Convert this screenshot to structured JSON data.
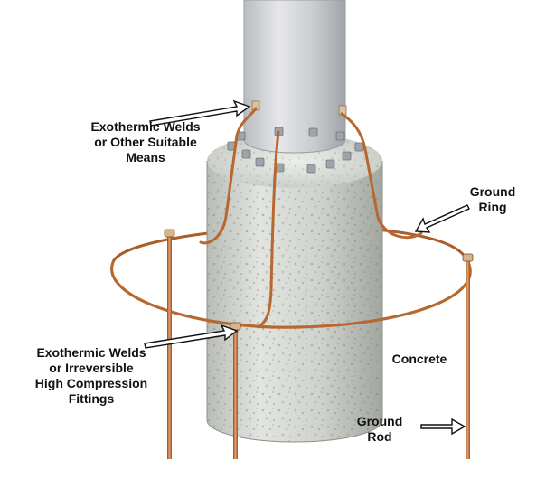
{
  "labels": {
    "top_weld": [
      "Exothermic Welds",
      "or Other Suitable",
      "Means"
    ],
    "ground_ring": [
      "Ground",
      "Ring"
    ],
    "bottom_weld": [
      "Exothermic Welds",
      "or Irreversible",
      "High Compression",
      "Fittings"
    ],
    "concrete": "Concrete",
    "ground_rod": [
      "Ground",
      "Rod"
    ]
  },
  "colors": {
    "copper": "#b8682f",
    "copper_light": "#e6a06a",
    "pole": "#cfd1d4",
    "concrete": "#c9ccc7",
    "bolt": "#9ea4aa",
    "arrow_outline": "#111111",
    "arrow_fill": "#ffffff"
  }
}
